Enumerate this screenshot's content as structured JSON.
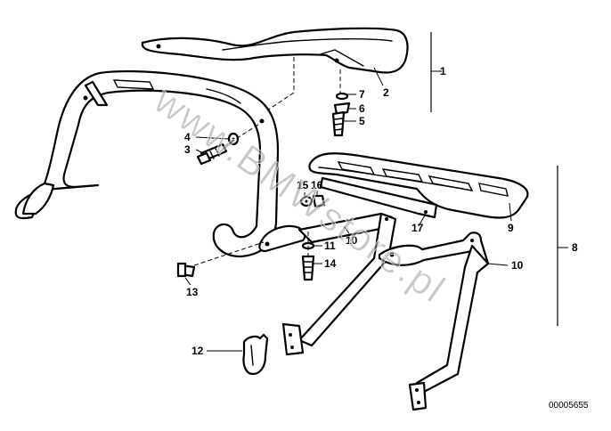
{
  "callouts": [
    {
      "id": "1",
      "label": "1"
    },
    {
      "id": "2",
      "label": "2"
    },
    {
      "id": "3",
      "label": "3"
    },
    {
      "id": "4",
      "label": "4"
    },
    {
      "id": "5",
      "label": "5"
    },
    {
      "id": "6",
      "label": "6"
    },
    {
      "id": "7",
      "label": "7"
    },
    {
      "id": "8",
      "label": "8"
    },
    {
      "id": "9",
      "label": "9"
    },
    {
      "id": "10a",
      "label": "10"
    },
    {
      "id": "10b",
      "label": "10"
    },
    {
      "id": "11",
      "label": "11"
    },
    {
      "id": "12",
      "label": "12"
    },
    {
      "id": "13",
      "label": "13"
    },
    {
      "id": "14",
      "label": "14"
    },
    {
      "id": "15",
      "label": "15"
    },
    {
      "id": "16",
      "label": "16"
    },
    {
      "id": "17",
      "label": "17"
    }
  ],
  "watermark": "www.BMWstore.pl",
  "document_number": "00005655"
}
